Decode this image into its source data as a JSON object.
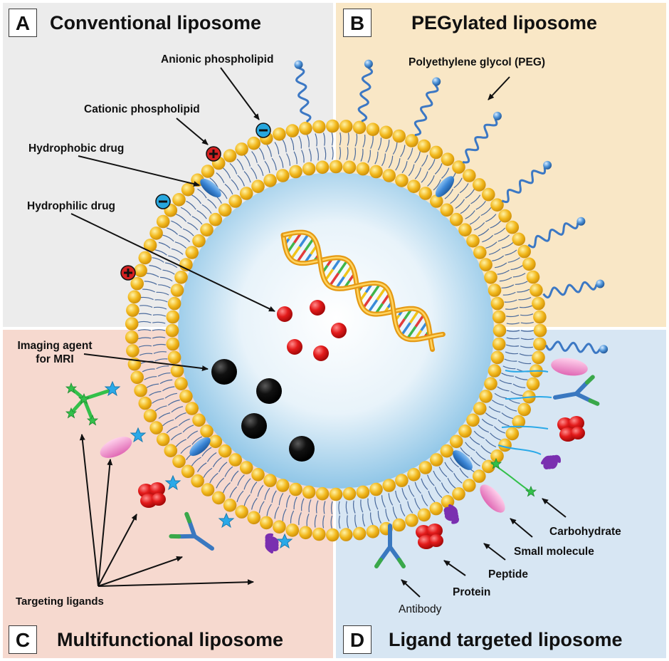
{
  "quadrants": {
    "a": {
      "letter": "A",
      "title": "Conventional liposome"
    },
    "b": {
      "letter": "B",
      "title": "PEGylated liposome"
    },
    "c": {
      "letter": "C",
      "title": "Multifunctional liposome"
    },
    "d": {
      "letter": "D",
      "title": "Ligand targeted liposome"
    }
  },
  "labels": {
    "anionic": "Anionic phospholipid",
    "cationic": "Cationic phospholipid",
    "hydrophobic": "Hydrophobic drug",
    "hydrophilic": "Hydrophilic drug",
    "peg": "Polyethylene glycol (PEG)",
    "imaging_1": "Imaging agent",
    "imaging_2": "for MRI",
    "targeting": "Targeting ligands",
    "carbohydrate": "Carbohydrate",
    "small_molecule": "Small molecule",
    "peptide": "Peptide",
    "protein": "Protein",
    "antibody": "Antibody"
  },
  "colors": {
    "quadrant_a": "#ececec",
    "quadrant_b": "#f9e7c6",
    "quadrant_c": "#f6d9cf",
    "quadrant_d": "#d7e6f3",
    "lipid_head": "#f2b81c",
    "lipid_tail": "#4a6a9c",
    "hydrophilic_drug": "#e31b1b",
    "hydrophobic_drug": "#3b86d6",
    "imaging_agent": "#111111",
    "peg_chain": "#3c78c4",
    "cationic": "#d42020",
    "anionic": "#27a7de"
  }
}
